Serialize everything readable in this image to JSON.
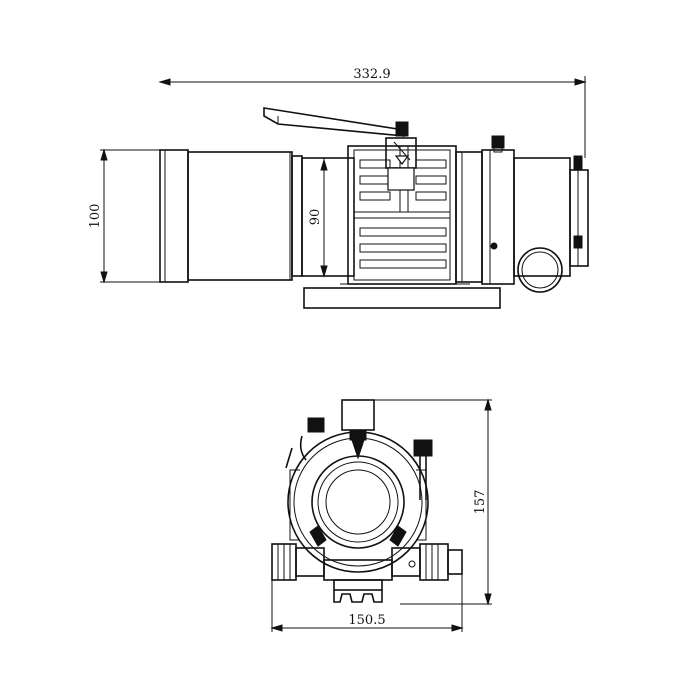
{
  "dimensions": {
    "overall_length": "332.9",
    "tube_diameter": "100",
    "clamp_height": "90",
    "front_height": "157",
    "front_width": "150.5"
  }
}
